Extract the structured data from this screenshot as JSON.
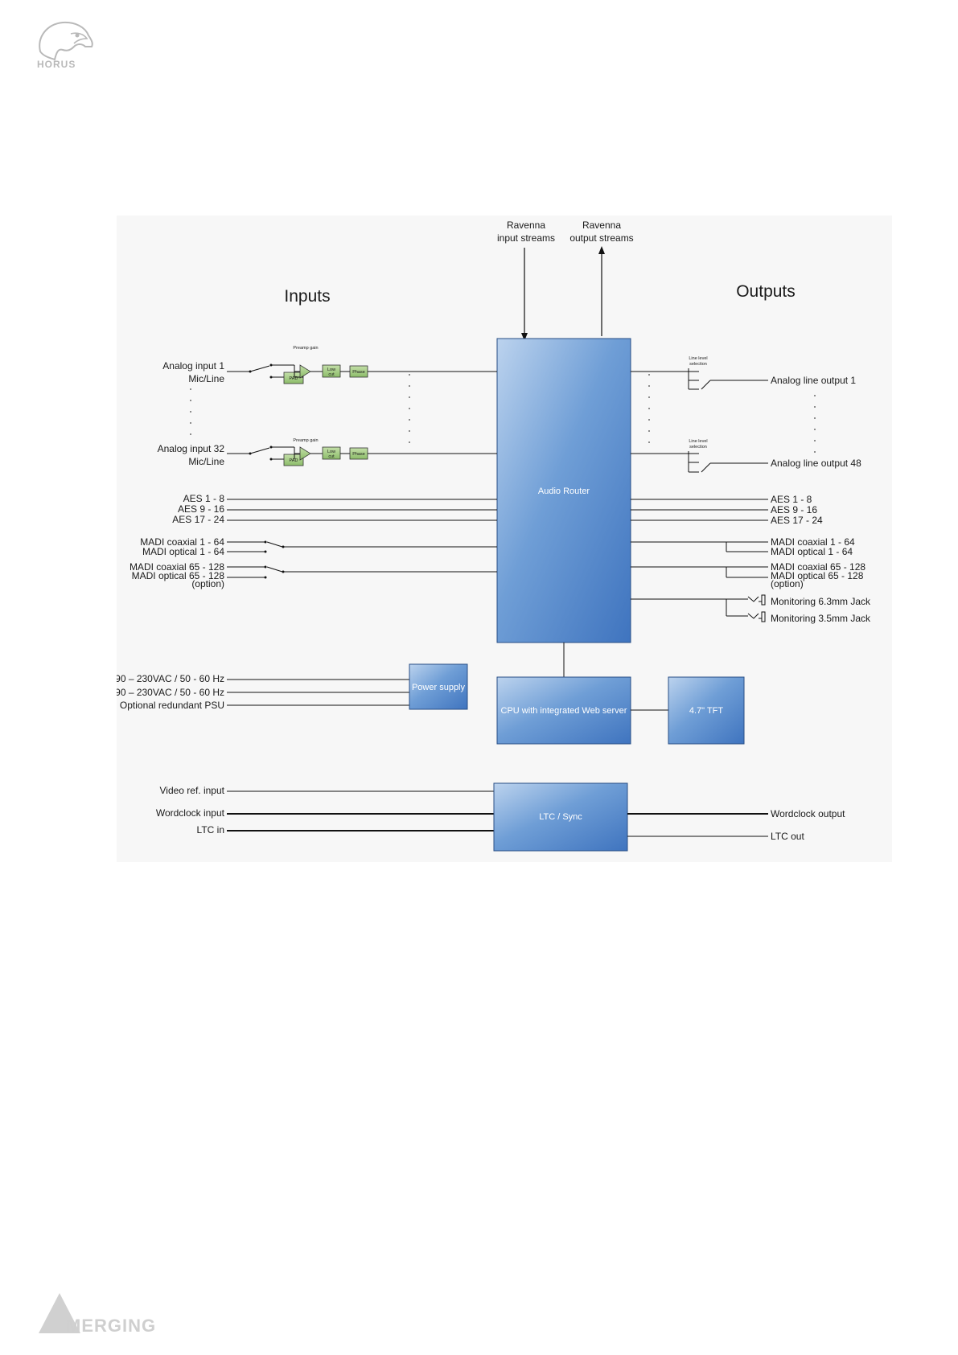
{
  "branding": {
    "top_logo": "HORUS",
    "bottom_logo": "MERGING"
  },
  "diagram": {
    "inputs_heading": "Inputs",
    "outputs_heading": "Outputs",
    "ravenna_in": [
      "Ravenna",
      "input streams"
    ],
    "ravenna_out": [
      "Ravenna",
      "output streams"
    ],
    "audio_router": "Audio Router",
    "power_supply": "Power supply",
    "cpu": "CPU with integrated Web server",
    "tft": "4.7\" TFT",
    "ltc_sync": "LTC / Sync",
    "preamp_gain": "Preamp gain",
    "pad": "PAD",
    "low_cut": [
      "Low",
      "cut"
    ],
    "phase": "Phase",
    "line_level_selection": [
      "Line level",
      "selection"
    ],
    "analog_input_1": [
      "Analog input 1",
      "Mic/Line"
    ],
    "analog_input_32": [
      "Analog input 32",
      "Mic/Line"
    ],
    "aes_inputs": [
      "AES 1 - 8",
      "AES 9 - 16",
      "AES 17 - 24"
    ],
    "madi_inputs": [
      "MADI coaxial 1 - 64",
      "MADI optical 1 - 64",
      "MADI coaxial 65 - 128",
      "MADI optical 65 - 128",
      "(option)"
    ],
    "analog_output_1": "Analog line output 1",
    "analog_output_48": "Analog line output 48",
    "aes_outputs": [
      "AES 1 - 8",
      "AES 9 - 16",
      "AES 17 - 24"
    ],
    "madi_outputs": [
      "MADI coaxial 1 - 64",
      "MADI optical 1 - 64",
      "MADI coaxial 65 - 128",
      "MADI optical 65 - 128",
      "(option)"
    ],
    "monitoring": [
      "Monitoring 6.3mm Jack",
      "Monitoring 3.5mm Jack"
    ],
    "power_inputs": [
      "90 – 230VAC / 50 - 60 Hz",
      "90 – 230VAC / 50 - 60 Hz",
      "Optional redundant PSU"
    ],
    "sync_inputs": [
      "Video ref. input",
      "Wordclock input",
      "LTC in"
    ],
    "sync_outputs": [
      "Wordclock output",
      "LTC out"
    ]
  }
}
